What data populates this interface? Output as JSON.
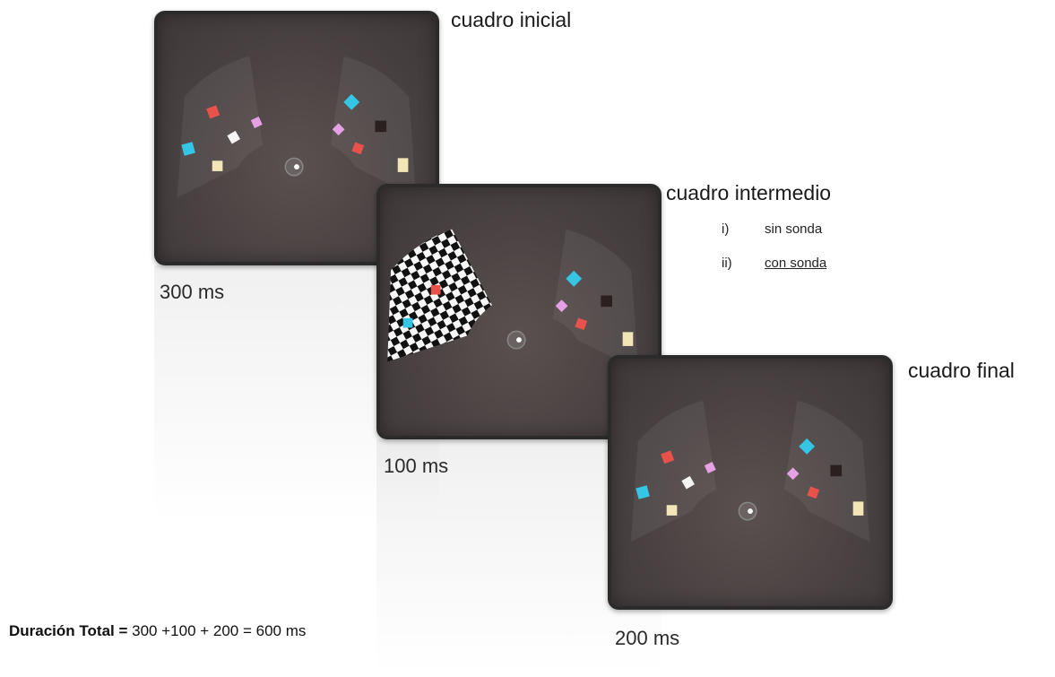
{
  "frames": {
    "initial": {
      "title": "cuadro inicial",
      "duration": "300 ms"
    },
    "intermediate": {
      "title": "cuadro intermedio",
      "duration": "100 ms",
      "options": [
        {
          "num": "i)",
          "text": "sin sonda",
          "underlined": false
        },
        {
          "num": "ii)",
          "text": "con sonda",
          "underlined": true
        }
      ]
    },
    "final": {
      "title": "cuadro final",
      "duration": "200 ms"
    }
  },
  "total": {
    "label": "Duración Total =",
    "formula": "300 +100 + 200 = 600 ms"
  },
  "colors": {
    "red": "#e8524a",
    "cyan": "#35c6e6",
    "pink": "#e6a0e6",
    "white": "#f5f5f5",
    "cream": "#f3e6b6",
    "dark": "#2a2020"
  }
}
